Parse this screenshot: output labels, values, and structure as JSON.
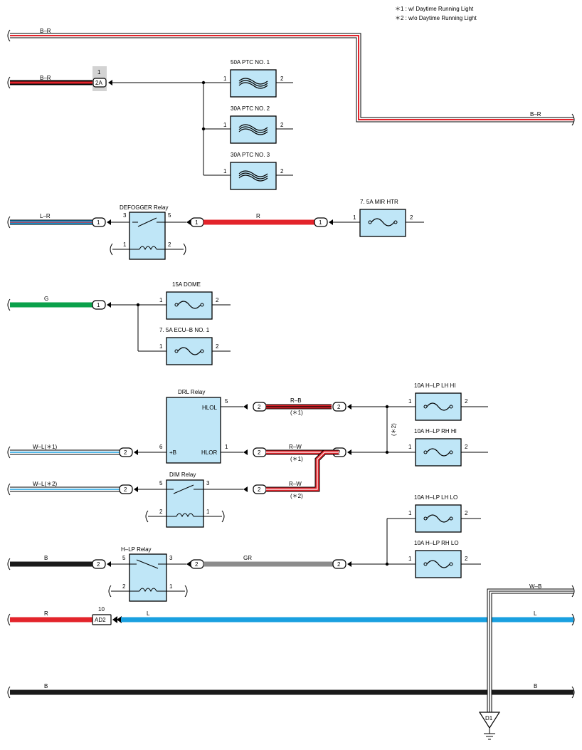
{
  "legend": {
    "note1": "＊1 : w/ Daytime Running Light",
    "note2": "＊2 : w/o Daytime Running Light"
  },
  "colors": {
    "red": "#e3242b",
    "blue": "#1aa0e0",
    "green": "#0aa14b",
    "black": "#1a1a1a",
    "gray": "#8c8c8c",
    "white": "#ffffff",
    "box_fill": "#bfe6f7"
  },
  "wires": {
    "br_top": "B–R",
    "br_left": "B–R",
    "br_right": "B–R",
    "lr": "L–R",
    "r_mid": "R",
    "g": "G",
    "rb": "R–B",
    "rw1": "R–W",
    "rw2": "R–W",
    "wl1": "W–L(＊1)",
    "wl2": "W–L(＊2)",
    "b_hlp": "B",
    "gr": "GR",
    "wb": "W–B",
    "r_ad2": "R",
    "l_left": "L",
    "l_right": "L",
    "b_bottom_left": "B",
    "b_bottom_right": "B"
  },
  "notes": {
    "rb": "(＊1)",
    "rw1": "(＊1)",
    "rw2": "(＊2)",
    "vert": "(＊2)"
  },
  "connectors": {
    "c2A": "2A",
    "c2A_pin": "1",
    "cAD2": "AD2",
    "cAD2_pin": "10",
    "ground": "D1",
    "c1": "1",
    "c2": "2"
  },
  "fuses": [
    {
      "id": "ptc1",
      "label": "50A PTC NO. 1"
    },
    {
      "id": "ptc2",
      "label": "30A PTC NO. 2"
    },
    {
      "id": "ptc3",
      "label": "30A PTC NO. 3"
    },
    {
      "id": "mir",
      "label": "7. 5A MIR HTR"
    },
    {
      "id": "dome",
      "label": "15A DOME"
    },
    {
      "id": "ecub",
      "label": "7. 5A ECU–B NO. 1"
    },
    {
      "id": "lhhi",
      "label": "10A H–LP LH HI"
    },
    {
      "id": "rhhi",
      "label": "10A H–LP RH HI"
    },
    {
      "id": "lhlo",
      "label": "10A H–LP LH LO"
    },
    {
      "id": "rhlo",
      "label": "10A H–LP RH LO"
    }
  ],
  "relays": {
    "defogger": "DEFOGGER Relay",
    "drl": "DRL Relay",
    "dim": "DIM Relay",
    "hlp": "H–LP Relay"
  },
  "drl_pins": {
    "hlol": "HLOL",
    "hlor": "HLOR",
    "b": "+B",
    "p5": "5",
    "p1": "1",
    "p6": "6"
  },
  "pins": {
    "p1": "1",
    "p2": "2",
    "p3": "3",
    "p5": "5"
  }
}
